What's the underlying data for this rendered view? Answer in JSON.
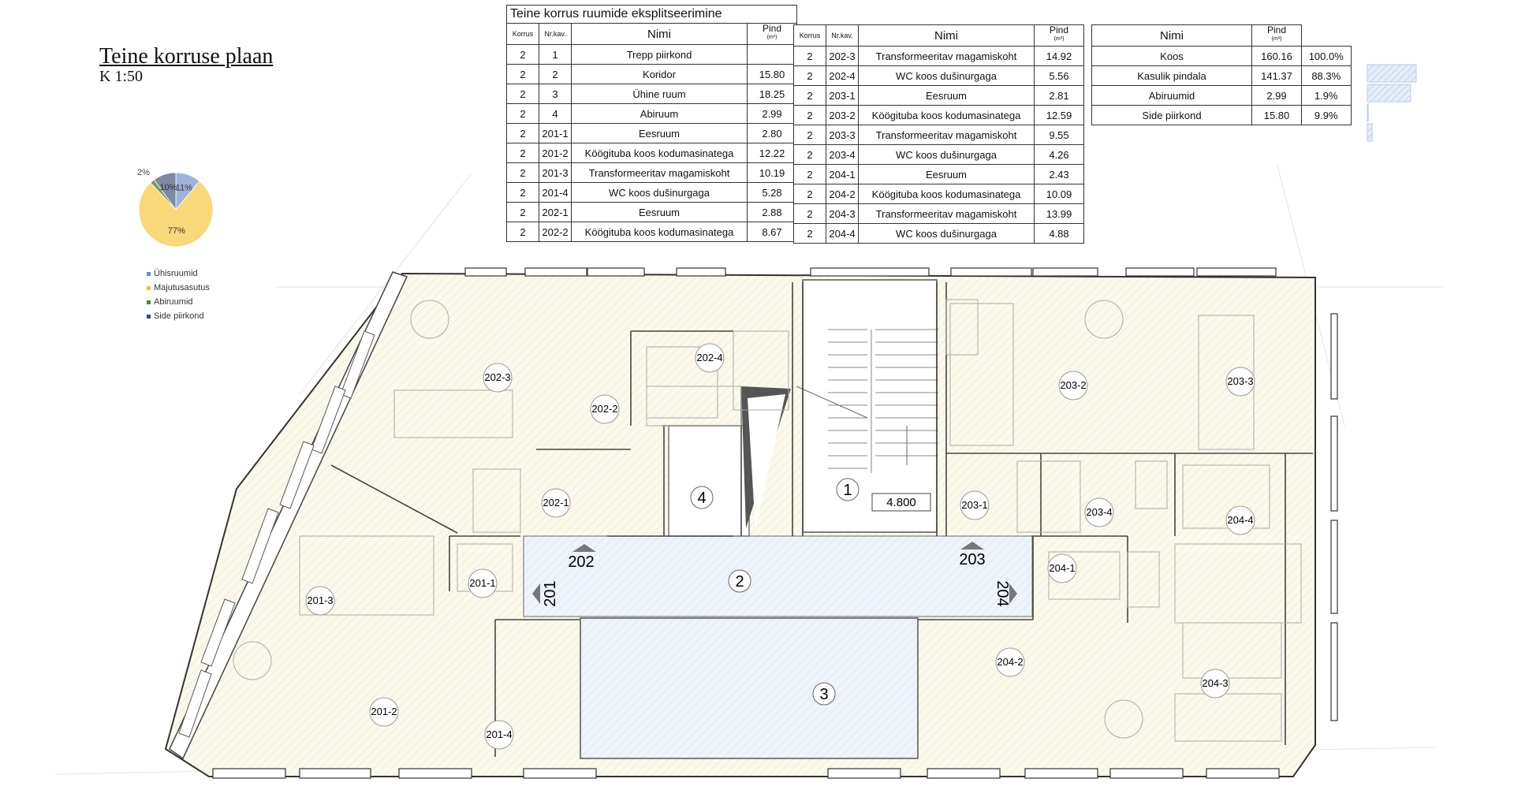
{
  "title": "Teine korruse plaan",
  "scale": "K 1:50",
  "table_main": {
    "caption": "Teine korrus ruumide eksplitseerimine",
    "col_korrus": "Korrus",
    "col_nr": "Nr.kav.",
    "col_nimi": "Nimi",
    "col_pind": "Pind",
    "col_unit": "(m²)",
    "left_rows": [
      {
        "korrus": "2",
        "nr": "1",
        "nimi": "Trepp piirkond",
        "pind": ""
      },
      {
        "korrus": "2",
        "nr": "2",
        "nimi": "Koridor",
        "pind": "15.80"
      },
      {
        "korrus": "2",
        "nr": "3",
        "nimi": "Ühine ruum",
        "pind": "18.25"
      },
      {
        "korrus": "2",
        "nr": "4",
        "nimi": "Abiruum",
        "pind": "2.99"
      },
      {
        "korrus": "2",
        "nr": "201-1",
        "nimi": "Eesruum",
        "pind": "2.80"
      },
      {
        "korrus": "2",
        "nr": "201-2",
        "nimi": "Köögituba koos kodumasinatega",
        "pind": "12.22"
      },
      {
        "korrus": "2",
        "nr": "201-3",
        "nimi": "Transformeeritav magamiskoht",
        "pind": "10.19"
      },
      {
        "korrus": "2",
        "nr": "201-4",
        "nimi": "WC koos dušinurgaga",
        "pind": "5.28"
      },
      {
        "korrus": "2",
        "nr": "202-1",
        "nimi": "Eesruum",
        "pind": "2.88"
      },
      {
        "korrus": "2",
        "nr": "202-2",
        "nimi": "Köögituba koos kodumasinatega",
        "pind": "8.67"
      }
    ],
    "right_rows": [
      {
        "korrus": "2",
        "nr": "202-3",
        "nimi": "Transformeeritav magamiskoht",
        "pind": "14.92"
      },
      {
        "korrus": "2",
        "nr": "202-4",
        "nimi": "WC koos dušinurgaga",
        "pind": "5.56"
      },
      {
        "korrus": "2",
        "nr": "203-1",
        "nimi": "Eesruum",
        "pind": "2.81"
      },
      {
        "korrus": "2",
        "nr": "203-2",
        "nimi": "Köögituba koos kodumasinatega",
        "pind": "12.59"
      },
      {
        "korrus": "2",
        "nr": "203-3",
        "nimi": "Transformeeritav magamiskoht",
        "pind": "9.55"
      },
      {
        "korrus": "2",
        "nr": "203-4",
        "nimi": "WC koos dušinurgaga",
        "pind": "4.26"
      },
      {
        "korrus": "2",
        "nr": "204-1",
        "nimi": "Eesruum",
        "pind": "2.43"
      },
      {
        "korrus": "2",
        "nr": "204-2",
        "nimi": "Köögituba koos kodumasinatega",
        "pind": "10.09"
      },
      {
        "korrus": "2",
        "nr": "204-3",
        "nimi": "Transformeeritav magamiskoht",
        "pind": "13.99"
      },
      {
        "korrus": "2",
        "nr": "204-4",
        "nimi": "WC koos dušinurgaga",
        "pind": "4.88"
      }
    ]
  },
  "table_summary": {
    "col_nimi": "Nimi",
    "col_pind": "Pind",
    "col_unit": "(m²)",
    "rows": [
      {
        "nimi": "Koos",
        "pind": "160.16",
        "pct": "100.0%",
        "fill": 1.0
      },
      {
        "nimi": "Kasulik pindala",
        "pind": "141.37",
        "pct": "88.3%",
        "fill": 0.883
      },
      {
        "nimi": "Abiruumid",
        "pind": "2.99",
        "pct": "1.9%",
        "fill": 0.019
      },
      {
        "nimi": "Side piirkond",
        "pind": "15.80",
        "pct": "9.9%",
        "fill": 0.099
      }
    ]
  },
  "chart_data": {
    "type": "pie",
    "slices": [
      {
        "label": "11%",
        "value": 11,
        "color": "#9db3dc"
      },
      {
        "label": "77%",
        "value": 77,
        "color": "#f8d878"
      },
      {
        "label": "2%",
        "value": 2,
        "color": "#7a9a5a"
      },
      {
        "label": "10%",
        "value": 10,
        "color": "#7c8aa6"
      }
    ],
    "legend": [
      "Ühisruumid",
      "Majutusasutus",
      "Abiruumid",
      "Side piirkond"
    ],
    "legend_colors": [
      "#5b8fd6",
      "#f2c230",
      "#4c8a3b",
      "#2f4d8a"
    ]
  },
  "plan": {
    "rooms": [
      "202-3",
      "202-2",
      "202-4",
      "202-1",
      "201-1",
      "201-3",
      "201-2",
      "201-4",
      "203-2",
      "203-3",
      "203-1",
      "203-4",
      "204-4",
      "204-1",
      "204-2",
      "204-3"
    ],
    "big_rooms": [
      "1",
      "2",
      "3",
      "4"
    ],
    "level": "4.800",
    "section_marks": [
      "202",
      "203",
      "201",
      "204"
    ]
  }
}
